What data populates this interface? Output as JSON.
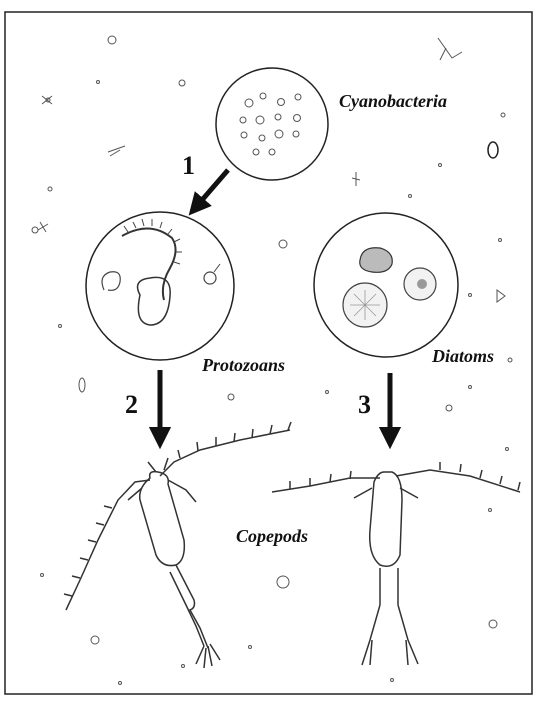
{
  "labels": {
    "cyanobacteria": "Cyanobacteria",
    "protozoans": "Protozoans",
    "diatoms": "Diatoms",
    "copepods": "Copepods"
  },
  "steps": {
    "one": "1",
    "two": "2",
    "three": "3"
  },
  "colors": {
    "ink": "#111111",
    "background": "#ffffff"
  }
}
